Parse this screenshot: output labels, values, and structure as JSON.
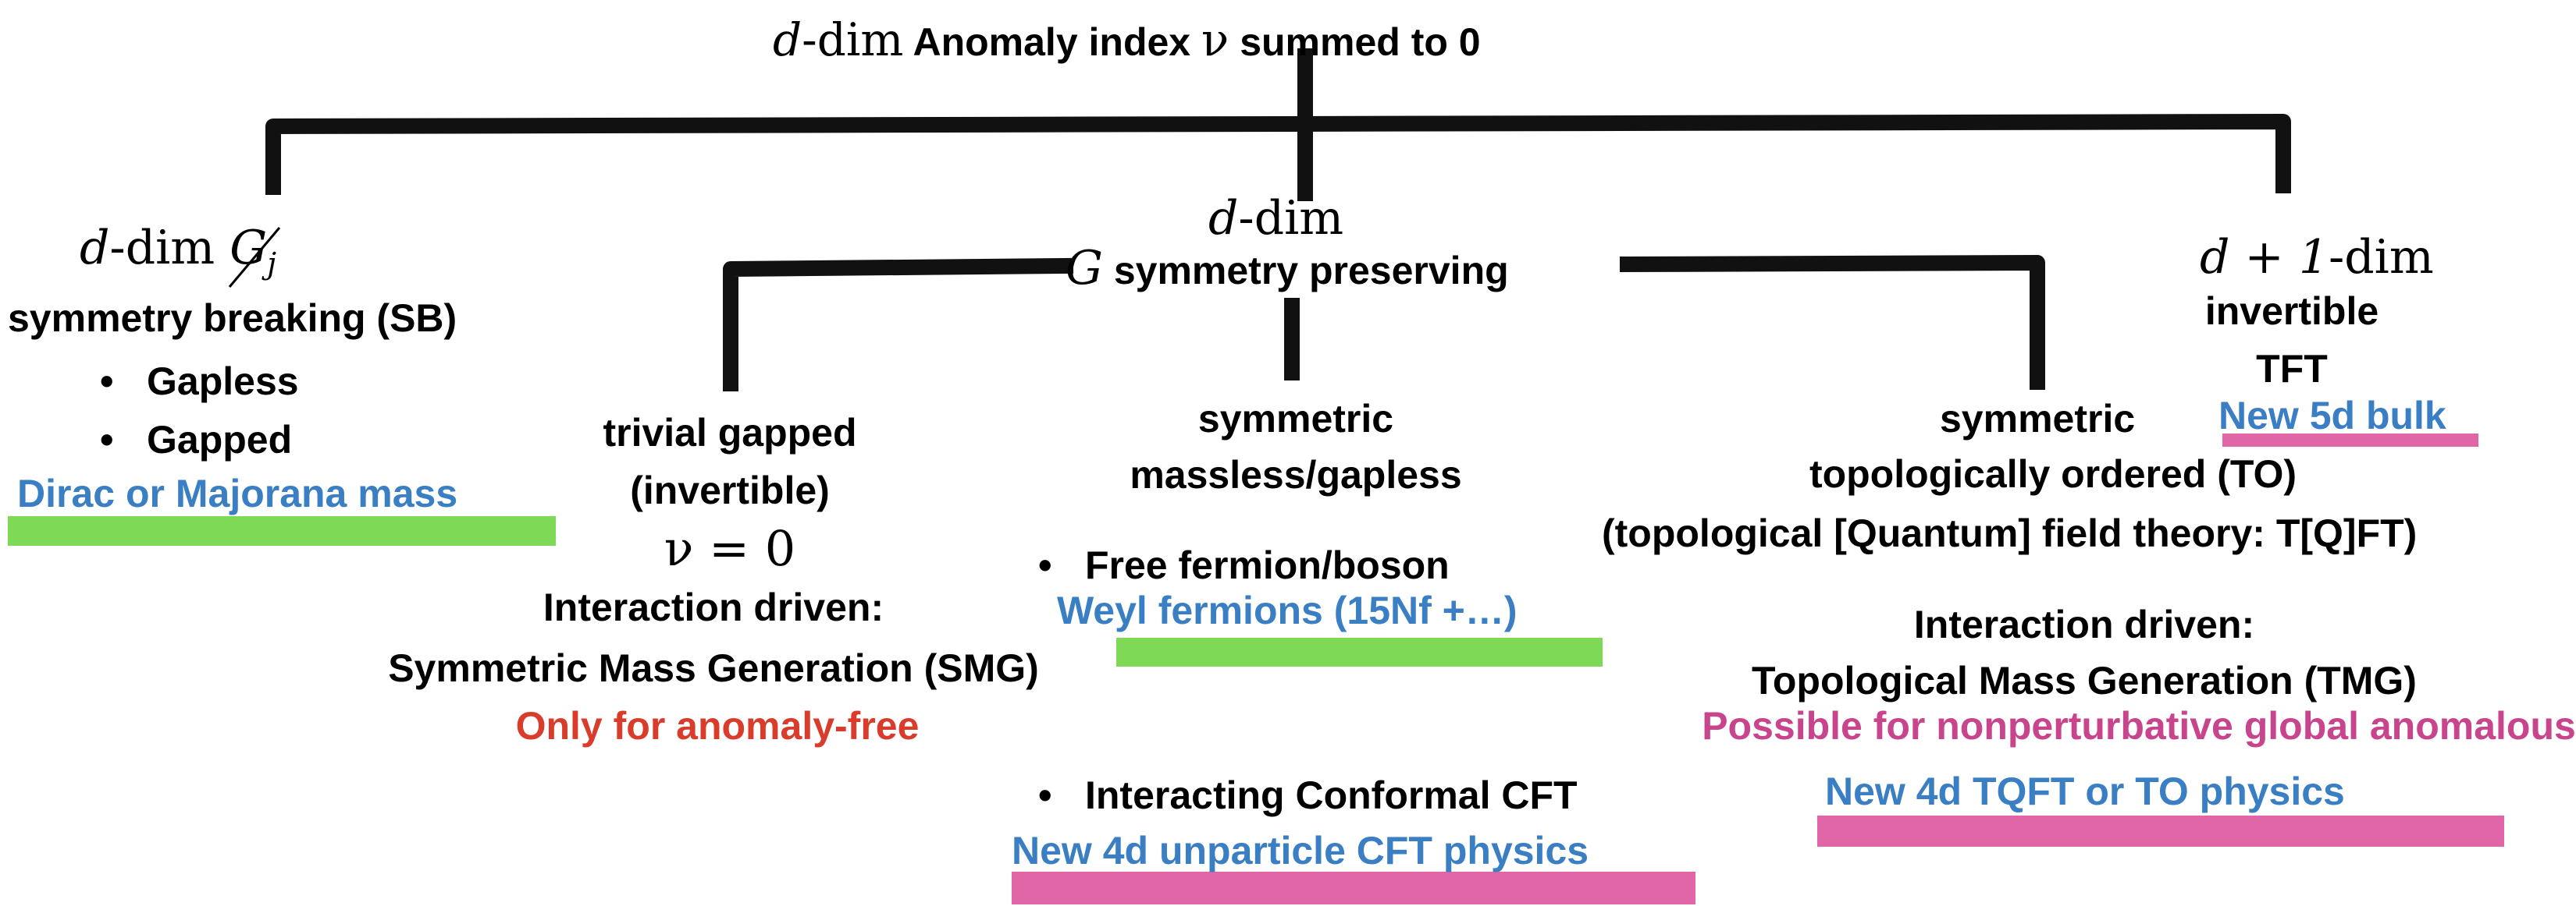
{
  "root": {
    "dim_var": "d",
    "dim_word": "-dim",
    "title": "Anomaly index",
    "nu": "ν",
    "suffix": "summed to 0"
  },
  "sb": {
    "dim_var": "d",
    "dim_word": "-dim",
    "group": "G",
    "group_sub": "j",
    "title": "symmetry breaking (SB)",
    "items": [
      "Gapless",
      "Gapped"
    ],
    "note": "Dirac or Majorana mass"
  },
  "sp": {
    "dim_var": "d",
    "dim_word": "-dim",
    "group": "G",
    "title": "symmetry preserving"
  },
  "tft": {
    "dim_expr": "d + 1",
    "dim_word": "-dim",
    "line1": "invertible",
    "line2": "TFT",
    "note": "New 5d bulk"
  },
  "trivial": {
    "line1": "trivial gapped",
    "line2": "(invertible)",
    "nu_eq": "ν = 0",
    "line3": "Interaction driven:",
    "line4": "Symmetric Mass Generation (SMG)",
    "note": "Only for anomaly-free"
  },
  "massless": {
    "line1": "symmetric",
    "line2": "massless/gapless",
    "item1": "Free fermion/boson",
    "note1": "Weyl fermions (15Nf +…)",
    "item2": "Interacting Conformal CFT",
    "note2": "New 4d unparticle CFT physics"
  },
  "to": {
    "line1": "symmetric",
    "line2": "topologically ordered (TO)",
    "line3": "(topological [Quantum] field theory: T[Q]FT)",
    "line4": "Interaction driven:",
    "line5": "Topological Mass Generation (TMG)",
    "note1": "Possible for nonperturbative global anomalous",
    "note2": "New 4d TQFT or TO physics"
  },
  "colors": {
    "blue": "#3a7ec3",
    "red": "#d93c2a",
    "magenta": "#c8448c",
    "green_highlight": "#7ed957",
    "pink_highlight": "#e066a8",
    "lines": "#111111"
  }
}
